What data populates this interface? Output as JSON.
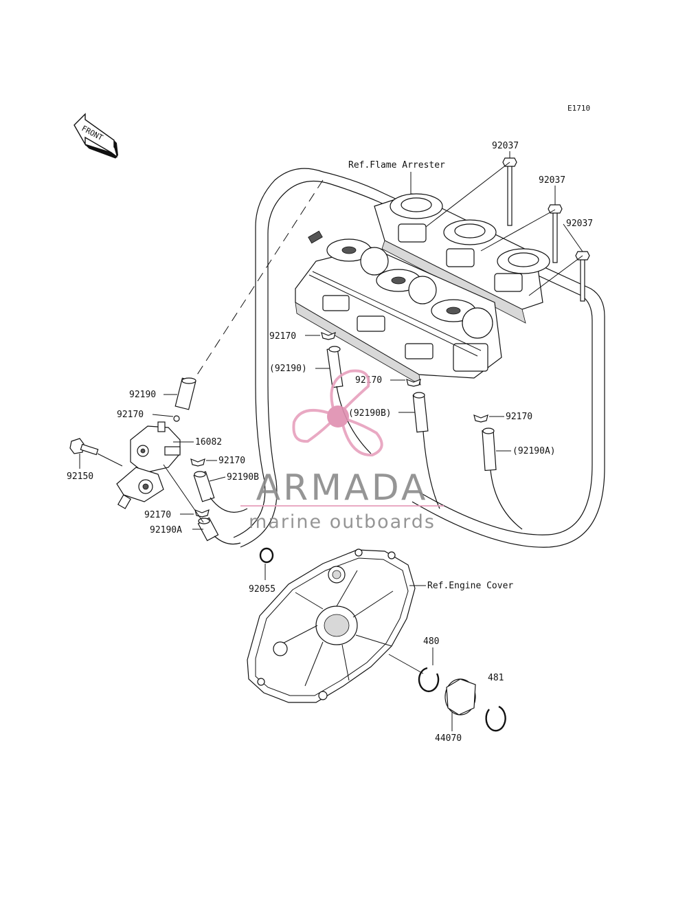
{
  "diagram": {
    "code": "E1710",
    "front_label": "FRONT",
    "refs": {
      "flame_arrester": "Ref.Flame Arrester",
      "engine_cover": "Ref.Engine Cover"
    },
    "parts": {
      "p92037a": "92037",
      "p92037b": "92037",
      "p92037c": "92037",
      "p92170a": "92170",
      "p92190paren": "(92190)",
      "p92170b": "92170",
      "p92190Bparen": "(92190B)",
      "p92170c": "92170",
      "p92190Aparen": "(92190A)",
      "p92190": "92190",
      "p92170d": "92170",
      "p16082": "16082",
      "p92170e": "92170",
      "p92150": "92150",
      "p92190B": "92190B",
      "p92170f": "92170",
      "p92190A": "92190A",
      "p92055": "92055",
      "p480": "480",
      "p481": "481",
      "p44070": "44070"
    }
  },
  "watermark": {
    "brand": "ARMADA",
    "tagline": "marine outboards",
    "logo_color": "#e7a0bd",
    "logo_dark": "#df8fb0",
    "text_color": "#8a8a8a"
  }
}
